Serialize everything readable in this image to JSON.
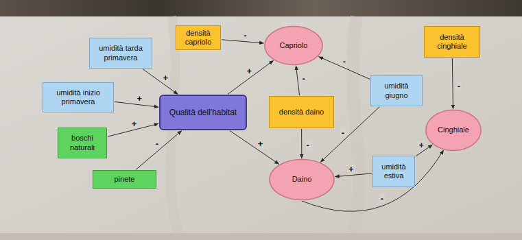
{
  "diagram": {
    "nodes": [
      {
        "text": [
          "umidità tarda primavera"
        ]
      },
      {
        "text": [
          "densità capriolo"
        ]
      },
      {
        "text": [
          "Capriolo"
        ]
      },
      {
        "text": [
          "densità cinghiale"
        ]
      },
      {
        "text": [
          "umidità inizio primavera"
        ]
      },
      {
        "text": [
          "Qualità dell'habitat"
        ]
      },
      {
        "text": [
          "densità daino"
        ]
      },
      {
        "text": [
          "umidità giugno"
        ]
      },
      {
        "text": [
          "boschi naturali"
        ]
      },
      {
        "text": [
          "Cinghiale"
        ]
      },
      {
        "text": [
          "pinete"
        ]
      },
      {
        "text": [
          "Daino"
        ]
      },
      {
        "text": [
          "umidità estiva"
        ]
      }
    ],
    "edges": [
      {
        "from": 0,
        "to": 5,
        "arrow": "to",
        "label": "+"
      },
      {
        "from": 4,
        "to": 5,
        "arrow": "to",
        "label": "+"
      },
      {
        "from": 8,
        "to": 5,
        "arrow": "to",
        "label": "+"
      },
      {
        "from": 10,
        "to": 5,
        "arrow": "to",
        "label": "-"
      },
      {
        "from": 1,
        "to": 2,
        "arrow": "to",
        "label": "-"
      },
      {
        "from": 5,
        "to": 2,
        "arrow": "to",
        "label": "+"
      },
      {
        "from": 5,
        "to": 11,
        "arrow": "to",
        "label": "+"
      },
      {
        "from": 6,
        "to": 2,
        "arrow": "to",
        "label": "-"
      },
      {
        "from": 6,
        "to": 11,
        "arrow": "to",
        "label": "-"
      },
      {
        "from": 7,
        "to": 2,
        "arrow": "to",
        "label": "-"
      },
      {
        "from": 7,
        "to": 11,
        "arrow": "to",
        "label": "-"
      },
      {
        "from": 3,
        "to": 9,
        "arrow": "to",
        "label": "-"
      },
      {
        "from": 12,
        "to": 11,
        "arrow": "to",
        "label": "+"
      },
      {
        "from": 12,
        "to": 9,
        "arrow": "to",
        "label": "+"
      },
      {
        "from": 11,
        "to": 9,
        "arrow": "to",
        "label": "-"
      }
    ]
  }
}
